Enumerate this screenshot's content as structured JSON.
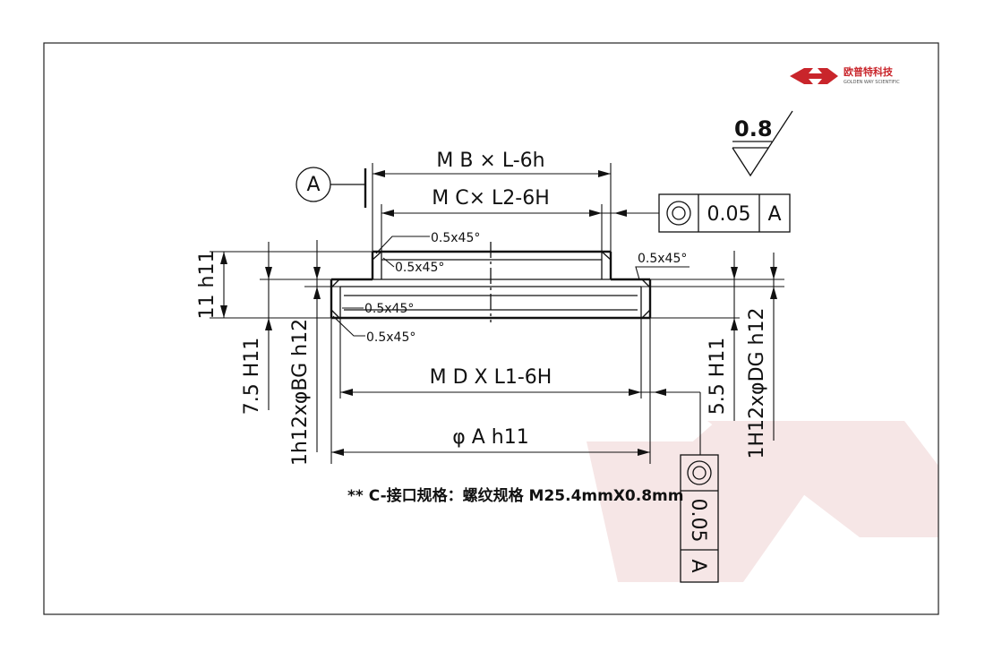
{
  "logo": {
    "company_cn": "欧普特科技",
    "company_en": "GOLDEN WAY SCIENTIFIC",
    "brand_color": "#c9252b"
  },
  "watermark_color": "#f6e6e6",
  "roughness": {
    "value": "0.8"
  },
  "datum": {
    "label": "A"
  },
  "dimensions": {
    "thread_b": "M B × L-6h",
    "thread_c": "M C× L2-6H",
    "thread_d": "M D X L1-6H",
    "dia_a": "φ A h11",
    "h_11": "11 h11",
    "h_75": "7.5 H11",
    "bg": "1h12xφBG h12",
    "h_55": "5.5 H11",
    "dg": "1H12xφDG h12"
  },
  "chamfers": {
    "c1": "0.5x45°",
    "c2": "0.5x45°",
    "c3": "0.5x45°",
    "c4": "0.5x45°",
    "c5": "0.5x45°"
  },
  "tolerance_frames": {
    "upper": {
      "symbol": "concentricity-icon",
      "value": "0.05",
      "datum": "A"
    },
    "lower": {
      "symbol": "concentricity-icon",
      "value": "0.05",
      "datum": "A"
    }
  },
  "note": "** C-接口规格：螺纹规格 M25.4mmX0.8mm"
}
